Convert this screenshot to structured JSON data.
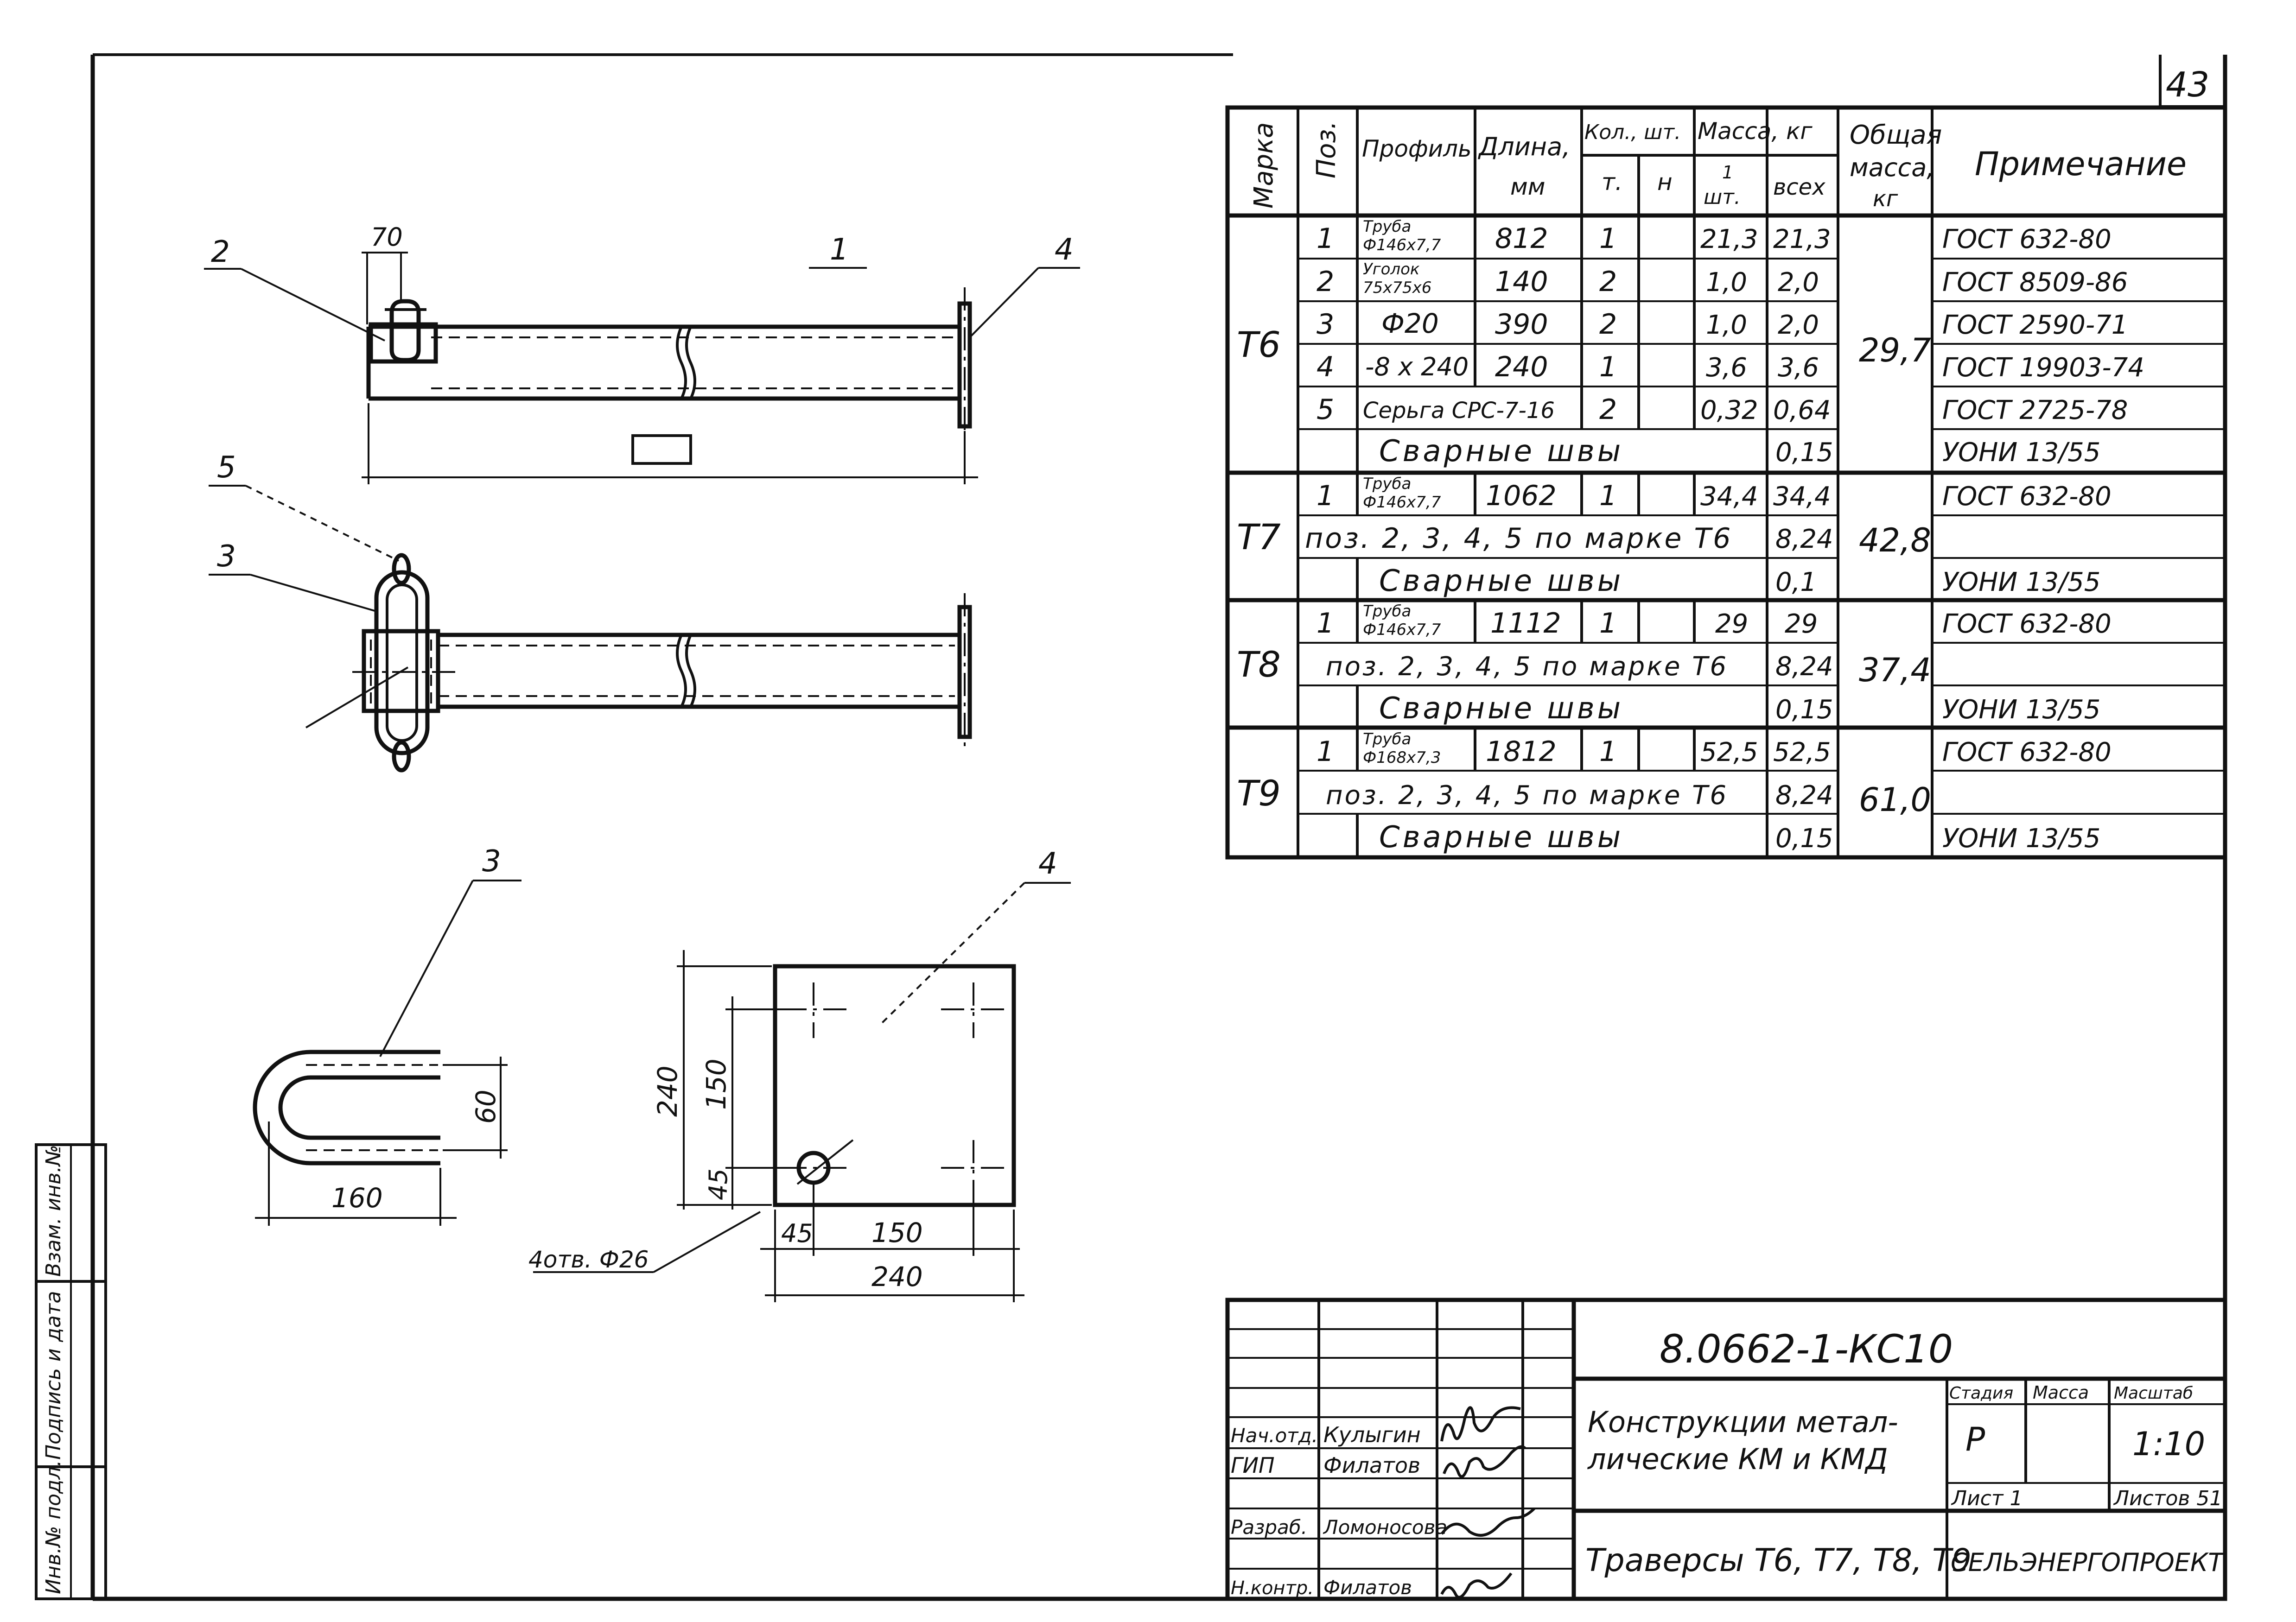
{
  "page_number": "43",
  "spec_table": {
    "headers": {
      "mark": "Марка",
      "pos": "Поз.",
      "profile": "Профиль",
      "length": "Длина,",
      "length_unit": "мм",
      "qty": "Кол., шт.",
      "qty_t": "т.",
      "qty_n": "н",
      "mass": "Масса, кг",
      "mass_one_a": "1",
      "mass_one_b": "шт.",
      "mass_all": "всех",
      "total_a": "Общая",
      "total_b": "масса,",
      "total_c": "кг",
      "note": "Примечание"
    },
    "t6": {
      "mark": "Т6",
      "total": "29,7",
      "rows": [
        {
          "pos": "1",
          "profile_a": "Труба",
          "profile_b": "Ф146х7,7",
          "length": "812",
          "qty": "1",
          "mass_one": "21,3",
          "mass_all": "21,3",
          "note": "ГОСТ 632-80"
        },
        {
          "pos": "2",
          "profile_a": "Уголок",
          "profile_b": "75х75х6",
          "length": "140",
          "qty": "2",
          "mass_one": "1,0",
          "mass_all": "2,0",
          "note": "ГОСТ 8509-86"
        },
        {
          "pos": "3",
          "profile": "Ф20",
          "length": "390",
          "qty": "2",
          "mass_one": "1,0",
          "mass_all": "2,0",
          "note": "ГОСТ 2590-71"
        },
        {
          "pos": "4",
          "profile": "-8 х 240",
          "length": "240",
          "qty": "1",
          "mass_one": "3,6",
          "mass_all": "3,6",
          "note": "ГОСТ 19903-74"
        },
        {
          "pos": "5",
          "profile": "Серьга СРС-7-16",
          "qty": "2",
          "mass_one": "0,32",
          "mass_all": "0,64",
          "note": "ГОСТ 2725-78"
        }
      ],
      "welds": "Сварные швы",
      "welds_mass": "0,15",
      "welds_note": "УОНИ 13/55"
    },
    "t7": {
      "mark": "Т7",
      "total": "42,8",
      "pipe": {
        "pos": "1",
        "profile_a": "Труба",
        "profile_b": "Ф146х7,7",
        "length": "1062",
        "qty": "1",
        "mass_one": "34,4",
        "mass_all": "34,4",
        "note": "ГОСТ 632-80"
      },
      "ref": "поз. 2, 3, 4, 5 по марке Т6",
      "ref_mass": "8,24",
      "welds": "Сварные швы",
      "welds_mass": "0,1",
      "welds_note": "УОНИ 13/55"
    },
    "t8": {
      "mark": "Т8",
      "total": "37,4",
      "pipe": {
        "pos": "1",
        "profile_a": "Труба",
        "profile_b": "Ф146х7,7",
        "length": "1112",
        "qty": "1",
        "mass_one": "29",
        "mass_all": "29",
        "note": "ГОСТ 632-80"
      },
      "ref": "поз. 2, 3, 4, 5 по марке Т6",
      "ref_mass": "8,24",
      "welds": "Сварные швы",
      "welds_mass": "0,15",
      "welds_note": "УОНИ 13/55"
    },
    "t9": {
      "mark": "Т9",
      "total": "61,0",
      "pipe": {
        "pos": "1",
        "profile_a": "Труба",
        "profile_b": "Ф168х7,3",
        "length": "1812",
        "qty": "1",
        "mass_one": "52,5",
        "mass_all": "52,5",
        "note": "ГОСТ 632-80"
      },
      "ref": "поз. 2, 3, 4, 5 по марке Т6",
      "ref_mass": "8,24",
      "welds": "Сварные швы",
      "welds_mass": "0,15",
      "welds_note": "УОНИ 13/55"
    }
  },
  "drawing": {
    "leaders": {
      "p1": "1",
      "p2": "2",
      "p3": "3",
      "p4": "4",
      "p5": "5",
      "p3b": "3",
      "p4b": "4"
    },
    "dims": {
      "d70": "70",
      "d60": "60",
      "d160": "160",
      "d240v": "240",
      "d150v": "150",
      "d45v": "45",
      "d45h": "45",
      "d150h": "150",
      "d240h": "240",
      "holes": "4отв. Ф26"
    }
  },
  "title_block": {
    "code": "8.0662-1-КС10",
    "work_title_a": "Конструкции метал-",
    "work_title_b": "лические КМ и КМД",
    "sheet_title": "Траверсы Т6, Т7, Т8, Т9",
    "stage_label": "Стадия",
    "mass_label": "Масса",
    "scale_label": "Масштаб",
    "stage": "Р",
    "scale": "1:10",
    "sheet_label": "Лист 1",
    "sheets_label": "Листов 51",
    "org": "СЕЛЬЭНЕРГОПРОЕКТ",
    "signers": [
      {
        "role": "Нач.отд.",
        "name": "Кулыгин"
      },
      {
        "role": "ГИП",
        "name": "Филатов"
      },
      {
        "role": "Разраб.",
        "name": "Ломоносова"
      },
      {
        "role": "Н.контр.",
        "name": "Филатов"
      }
    ]
  },
  "side_stamp": {
    "inv_podl": "Инв.№ подл.",
    "sign_date": "Подпись и дата",
    "vzam_inv": "Взам. инв.№"
  }
}
